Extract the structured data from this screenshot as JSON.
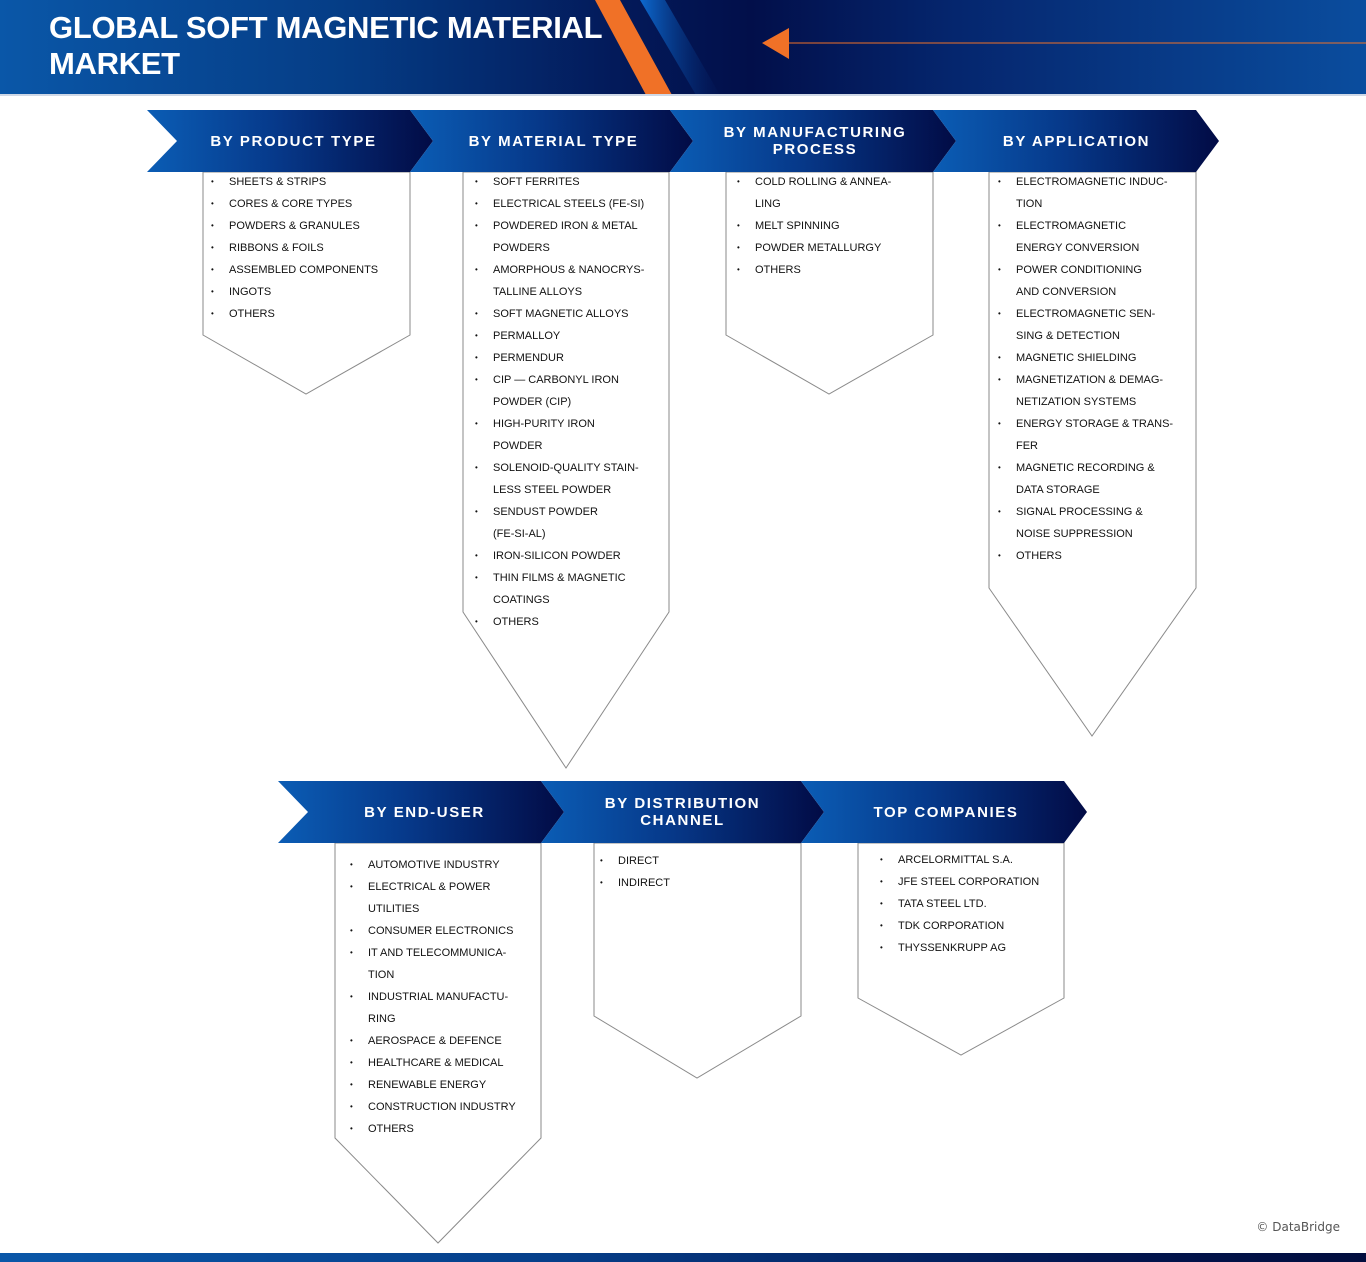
{
  "header": {
    "title": "GLOBAL SOFT MAGNETIC MATERIAL MARKET",
    "colors": {
      "navy": "#020f4a",
      "blue": "#0a57a8",
      "accent_orange": "#f07127"
    }
  },
  "segments": [
    {
      "id": "product-type",
      "title": "BY PRODUCT TYPE",
      "items": [
        "SHEETS & STRIPS",
        "CORES & CORE TYPES",
        "POWDERS & GRANULES",
        "RIBBONS & FOILS",
        "ASSEMBLED COMPONENTS",
        "INGOTS",
        "OTHERS"
      ]
    },
    {
      "id": "material-type",
      "title": "BY MATERIAL TYPE",
      "items": [
        "SOFT FERRITES",
        "ELECTRICAL STEELS (FE-SI)",
        "POWDERED IRON & METAL POWDERS",
        "AMORPHOUS & NANOCRYS-TALLINE ALLOYS",
        "SOFT MAGNETIC ALLOYS",
        "PERMALLOY",
        "PERMENDUR",
        "CIP — CARBONYL IRON POWDER (CIP)",
        "HIGH-PURITY IRON POWDER",
        "SOLENOID-QUALITY STAIN-LESS STEEL POWDER",
        "SENDUST POWDER (FE-SI-AL)",
        "IRON-SILICON POWDER",
        "THIN FILMS & MAGNETIC COATINGS",
        "OTHERS"
      ]
    },
    {
      "id": "manufacturing-process",
      "title": "BY MANUFACTURING PROCESS",
      "items": [
        "COLD ROLLING & ANNEA-LING",
        "MELT SPINNING",
        "POWDER METALLURGY",
        "OTHERS"
      ]
    },
    {
      "id": "application",
      "title": "BY APPLICATION",
      "items": [
        "ELECTROMAGNETIC INDUC-TION",
        "ELECTROMAGNETIC ENERGY CONVERSION",
        "POWER CONDITIONING AND CONVERSION",
        "ELECTROMAGNETIC SEN-SING & DETECTION",
        "MAGNETIC SHIELDING",
        "MAGNETIZATION & DEMAG-NETIZATION SYSTEMS",
        "ENERGY STORAGE & TRANS-FER",
        "MAGNETIC RECORDING & DATA STORAGE",
        "SIGNAL PROCESSING & NOISE SUPPRESSION",
        "OTHERS"
      ]
    },
    {
      "id": "end-user",
      "title": "BY END-USER",
      "items": [
        "AUTOMOTIVE INDUSTRY",
        "ELECTRICAL & POWER UTILITIES",
        "CONSUMER ELECTRONICS",
        "IT AND TELECOMMUNICA-TION",
        "INDUSTRIAL MANUFACTU-RING",
        "AEROSPACE & DEFENCE",
        "HEALTHCARE & MEDICAL",
        "RENEWABLE ENERGY",
        "CONSTRUCTION INDUSTRY",
        "OTHERS"
      ]
    },
    {
      "id": "distribution-channel",
      "title": "BY DISTRIBUTION CHANNEL",
      "items": [
        "DIRECT",
        "INDIRECT"
      ]
    },
    {
      "id": "top-companies",
      "title": "TOP COMPANIES",
      "items": [
        "ARCELORMITTAL S.A.",
        "JFE STEEL CORPORATION",
        "TATA STEEL LTD.",
        "TDK CORPORATION",
        "THYSSENKRUPP AG"
      ]
    }
  ],
  "lines": {
    "product-type": [
      [
        "SHEETS & STRIPS"
      ],
      [
        "CORES & CORE TYPES"
      ],
      [
        "POWDERS & GRANULES"
      ],
      [
        "RIBBONS & FOILS"
      ],
      [
        "ASSEMBLED COMPONENTS"
      ],
      [
        "INGOTS"
      ],
      [
        "OTHERS"
      ]
    ],
    "material-type": [
      [
        "SOFT FERRITES"
      ],
      [
        "ELECTRICAL STEELS (FE-SI)"
      ],
      [
        "POWDERED IRON & METAL",
        "POWDERS"
      ],
      [
        "AMORPHOUS & NANOCRYS-",
        "TALLINE ALLOYS"
      ],
      [
        "SOFT MAGNETIC ALLOYS"
      ],
      [
        "PERMALLOY"
      ],
      [
        "PERMENDUR"
      ],
      [
        "CIP — CARBONYL IRON",
        "POWDER (CIP)"
      ],
      [
        "HIGH-PURITY IRON",
        "POWDER"
      ],
      [
        "SOLENOID-QUALITY STAIN-",
        "LESS STEEL POWDER"
      ],
      [
        "SENDUST POWDER",
        "(FE-SI-AL)"
      ],
      [
        "IRON-SILICON POWDER"
      ],
      [
        "THIN FILMS & MAGNETIC",
        "COATINGS"
      ],
      [
        "OTHERS"
      ]
    ],
    "manufacturing-process": [
      [
        "COLD ROLLING & ANNEA-",
        "LING"
      ],
      [
        "MELT SPINNING"
      ],
      [
        "POWDER METALLURGY"
      ],
      [
        "OTHERS"
      ]
    ],
    "application": [
      [
        "ELECTROMAGNETIC INDUC-",
        "TION"
      ],
      [
        "ELECTROMAGNETIC",
        "ENERGY CONVERSION"
      ],
      [
        "POWER CONDITIONING",
        "AND CONVERSION"
      ],
      [
        "ELECTROMAGNETIC SEN-",
        "SING & DETECTION"
      ],
      [
        "MAGNETIC SHIELDING"
      ],
      [
        "MAGNETIZATION & DEMAG-",
        "NETIZATION SYSTEMS"
      ],
      [
        "ENERGY STORAGE & TRANS-",
        "FER"
      ],
      [
        "MAGNETIC RECORDING &",
        "DATA STORAGE"
      ],
      [
        "SIGNAL PROCESSING &",
        "NOISE SUPPRESSION"
      ],
      [
        "OTHERS"
      ]
    ],
    "end-user": [
      [
        "AUTOMOTIVE INDUSTRY"
      ],
      [
        "ELECTRICAL & POWER",
        "UTILITIES"
      ],
      [
        "CONSUMER ELECTRONICS"
      ],
      [
        "IT AND TELECOMMUNICA-",
        "TION"
      ],
      [
        "INDUSTRIAL MANUFACTU-",
        "RING"
      ],
      [
        "AEROSPACE & DEFENCE"
      ],
      [
        "HEALTHCARE & MEDICAL"
      ],
      [
        "RENEWABLE ENERGY"
      ],
      [
        "CONSTRUCTION INDUSTRY"
      ],
      [
        "OTHERS"
      ]
    ],
    "distribution-channel": [
      [
        "DIRECT"
      ],
      [
        "INDIRECT"
      ]
    ],
    "top-companies": [
      [
        "ARCELORMITTAL S.A."
      ],
      [
        "JFE STEEL CORPORATION"
      ],
      [
        "TATA STEEL LTD."
      ],
      [
        "TDK CORPORATION"
      ],
      [
        "THYSSENKRUPP AG"
      ]
    ]
  },
  "footer": {
    "copyright": "© DataBridge"
  }
}
